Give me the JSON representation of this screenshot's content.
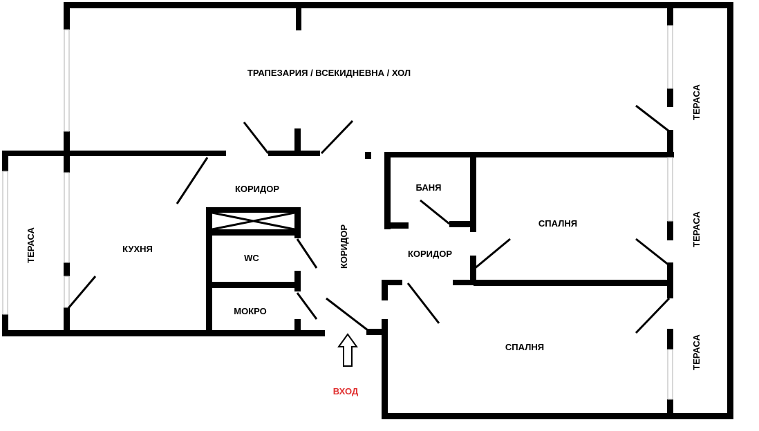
{
  "labels": {
    "living": "ТРАПЕЗАРИЯ / ВСЕКИДНЕВНА / ХОЛ",
    "corridor_top": "КОРИДОР",
    "corridor_vertical": "КОРИДОР",
    "corridor_right": "КОРИДОР",
    "kitchen": "КУХНЯ",
    "terrace_left": "ТЕРАСА",
    "wc": "WC",
    "wet_room": "МОКРО",
    "bathroom": "БАНЯ",
    "bedroom_top": "СПАЛНЯ",
    "bedroom_bottom": "СПАЛНЯ",
    "terrace_right_top": "ТЕРАСА",
    "terrace_right_middle": "ТЕРАСА",
    "terrace_right_bottom": "ТЕРАСА",
    "entrance": "ВХОД"
  },
  "colors": {
    "wall": "#000000",
    "entrance": "#e03030",
    "window": "#bdbdbd"
  }
}
